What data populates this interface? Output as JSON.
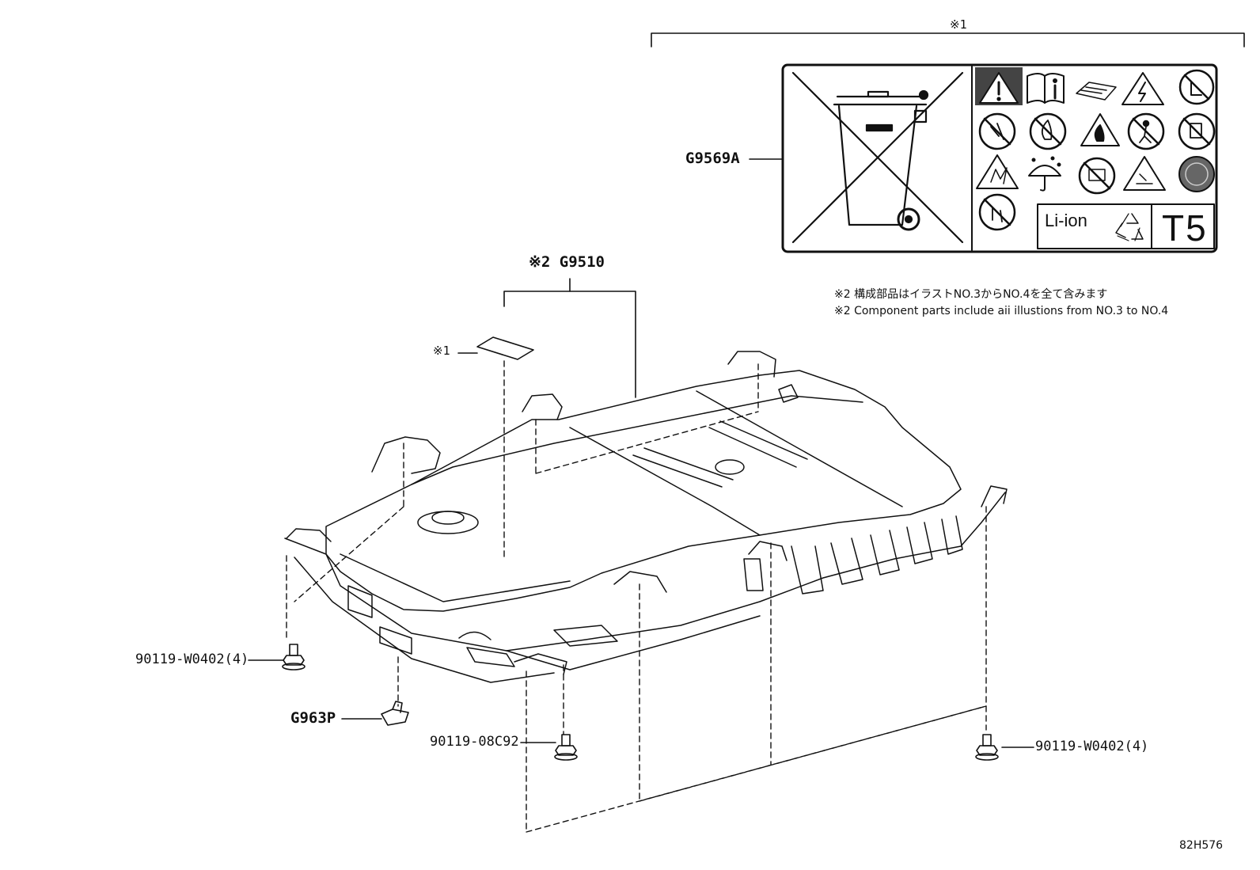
{
  "labels": {
    "note1_top": "※1",
    "g9569a": "G9569A",
    "g9510": "※2 G9510",
    "note1_label": "※1",
    "bolt_left": "90119-W0402(4)",
    "g963p": "G963P",
    "bolt_center": "90119-08C92",
    "bolt_right": "90119-W0402(4)"
  },
  "notes": {
    "jp": "※2 構成部品はイラストNO.3からNO.4を全て含みます",
    "en": "※2 Component parts include aii illustions from NO.3 to NO.4"
  },
  "label_panel": {
    "li_ion": "Li-ion",
    "grade": "T5"
  },
  "figure_ref": "82H576",
  "colors": {
    "ink": "#111111",
    "background": "#ffffff"
  },
  "icons": [
    "crossed-wheelie-bin-icon",
    "warning-icon",
    "read-manual-icon",
    "manual-book-icon",
    "high-voltage-icon",
    "no-touch-icon",
    "no-disassembly-icon",
    "no-fire-icon",
    "flammable-icon",
    "no-step-icon",
    "no-water-icon",
    "explosion-icon",
    "keep-dry-icon",
    "no-short-circuit-icon",
    "corrosive-icon",
    "recycle-disc-icon",
    "keep-away-children-icon",
    "recycle-icon"
  ]
}
